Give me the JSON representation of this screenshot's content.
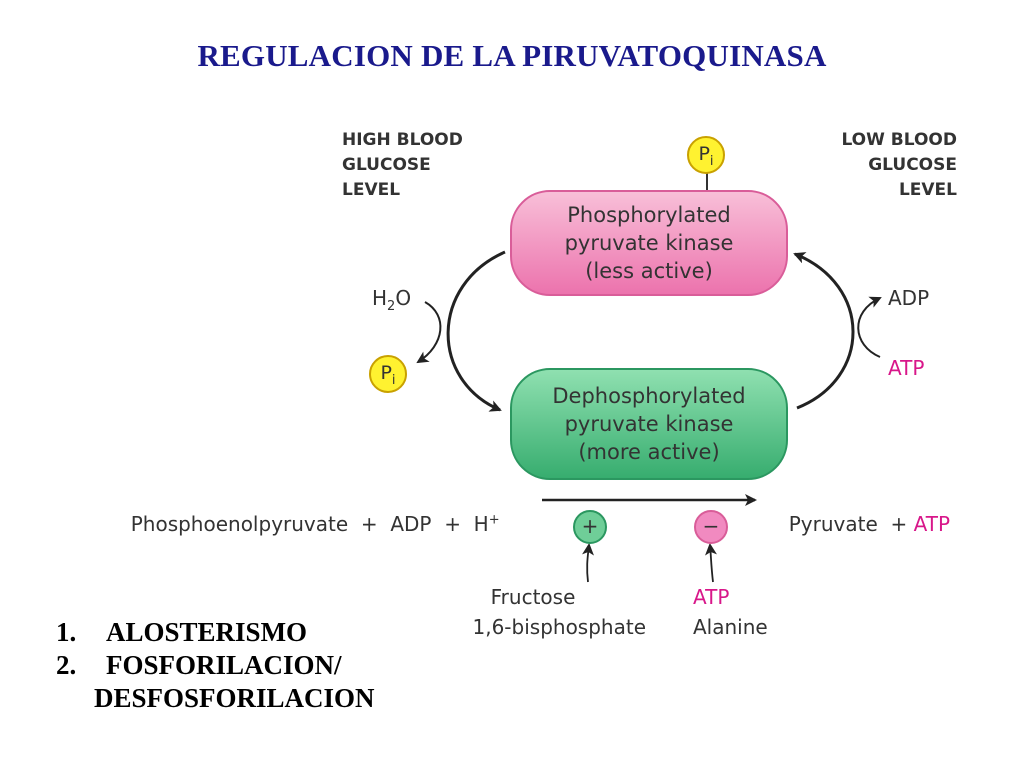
{
  "title": "REGULACION DE LA PIRUVATOQUINASA",
  "conditions": {
    "high": [
      "HIGH BLOOD",
      "GLUCOSE",
      "LEVEL"
    ],
    "low": [
      "LOW BLOOD",
      "GLUCOSE",
      "LEVEL"
    ]
  },
  "phosphate_label": "P",
  "phosphate_sub": "i",
  "phosphorylated": [
    "Phosphorylated",
    "pyruvate kinase",
    "(less active)"
  ],
  "dephosphorylated": [
    "Dephosphorylated",
    "pyruvate kinase",
    "(more active)"
  ],
  "left_cycle": {
    "water": "H",
    "water_sub": "2",
    "water_end": "O"
  },
  "right_cycle": {
    "adp": "ADP",
    "atp": "ATP"
  },
  "reaction": {
    "substrates": "Phosphoenolpyruvate  +  ADP  +  H",
    "substrates_sup": "+",
    "product": "Pyruvate  +",
    "product_atp": "ATP"
  },
  "effectors": {
    "activator_sign": "+",
    "inhibitor_sign": "−",
    "activator": [
      "Fructose",
      "1,6-bisphosphate"
    ],
    "inhibitor_atp": "ATP",
    "inhibitor_other": "Alanine"
  },
  "list": [
    {
      "num": "1.",
      "text": "ALOSTERISMO"
    },
    {
      "num": "2.",
      "text": "FOSFORILACION/"
    },
    {
      "num": "",
      "text": "DESFOSFORILACION"
    }
  ],
  "colors": {
    "title": "#1a1a8c",
    "pink": "#ec73ad",
    "green": "#37ad6f",
    "phosphate": "#fff230",
    "magenta_text": "#d8178a"
  }
}
